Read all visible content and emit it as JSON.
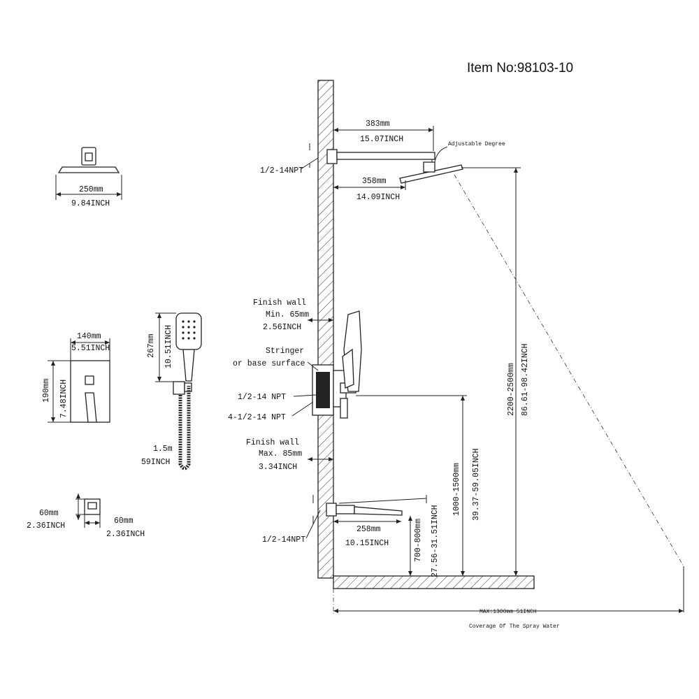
{
  "item_no": "Item No:98103-10",
  "shower_head": {
    "mm": "250mm",
    "inch": "9.84INCH"
  },
  "valve_plate": {
    "width_mm": "140mm",
    "width_inch": "5.51INCH",
    "height_mm": "190mm",
    "height_inch": "7.48INCH"
  },
  "hand_shower": {
    "length_mm": "267mm",
    "length_inch": "10.51INCH",
    "hose_m": "1.5m",
    "hose_inch": "59INCH"
  },
  "outlet_plate": {
    "h_mm": "60mm",
    "h_inch": "2.36INCH",
    "w_mm": "60mm",
    "w_inch": "2.36INCH"
  },
  "arm": {
    "top_mm": "383mm",
    "top_inch": "15.07INCH",
    "bottom_mm": "358mm",
    "bottom_inch": "14.09INCH",
    "adjustable": "Adjustable Degree",
    "npt": "1/2-14NPT"
  },
  "wall_labels": {
    "finish_min": [
      "Finish wall",
      "Min. 65mm",
      "2.56INCH"
    ],
    "stringer": [
      "Stringer",
      "or base surface"
    ],
    "npt_1": "1/2-14 NPT",
    "npt_4": "4-1/2-14 NPT",
    "finish_max": [
      "Finish wall",
      "Max. 85mm",
      "3.34INCH"
    ]
  },
  "spout": {
    "mm": "258mm",
    "inch": "10.15INCH",
    "npt": "1/2-14NPT",
    "height_mm": "700-800mm",
    "height_inch": "27.56-31.51INCH"
  },
  "valve_height": {
    "mm": "1000-1500mm",
    "inch": "39.37-59.05INCH"
  },
  "head_height": {
    "mm": "2200-2500mm",
    "inch": "86.61-98.42INCH"
  },
  "spray": {
    "max": "MAX:1300mm 51INCH",
    "coverage": "Coverage Of The Spray Water"
  }
}
